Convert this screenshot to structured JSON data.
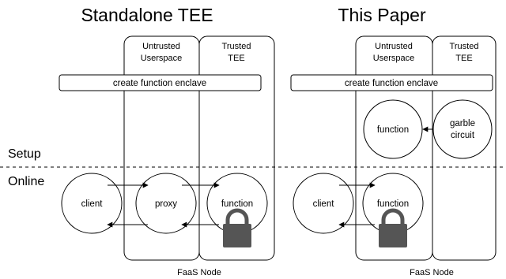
{
  "standalone": {
    "title": "Standalone TEE",
    "col_untrusted_1": "Untrusted",
    "col_untrusted_2": "Userspace",
    "col_trusted_1": "Trusted",
    "col_trusted_2": "TEE",
    "enclave_box": "create function enclave",
    "client": "client",
    "proxy": "proxy",
    "function": "function",
    "footer": "FaaS Node"
  },
  "paper": {
    "title": "This Paper",
    "col_untrusted_1": "Untrusted",
    "col_untrusted_2": "Userspace",
    "col_trusted_1": "Trusted",
    "col_trusted_2": "TEE",
    "enclave_box": "create function enclave",
    "function_setup": "function",
    "garble_1": "garble",
    "garble_2": "circuit",
    "client": "client",
    "function_online": "function",
    "footer": "FaaS Node"
  },
  "phases": {
    "setup": "Setup",
    "online": "Online"
  },
  "colors": {
    "lock": "#555555",
    "line": "#000000"
  },
  "icons": {
    "lock": "lock-icon"
  }
}
